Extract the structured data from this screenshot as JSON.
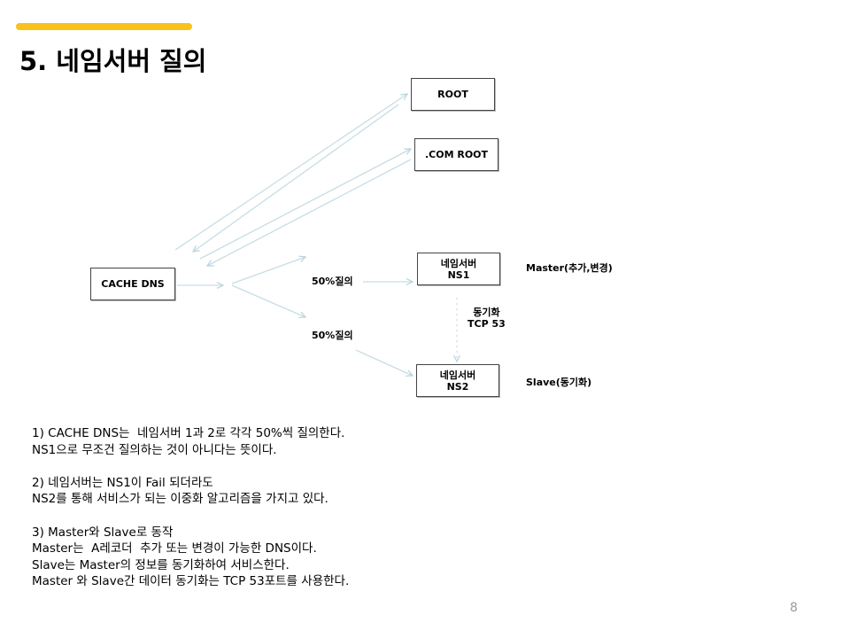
{
  "slide": {
    "title": "5. 네임서버 질의",
    "accent_color": "#f7c21b",
    "page_number": "8"
  },
  "diagram": {
    "nodes": {
      "root": "ROOT",
      "com_root": ".COM ROOT",
      "cache_dns": "CACHE DNS",
      "ns1": [
        "네임서버",
        "NS1"
      ],
      "ns2": [
        "네임서버",
        "NS2"
      ]
    },
    "labels": {
      "query_ns1": "50%질의",
      "query_ns2": "50%질의",
      "sync": [
        "동기화",
        "TCP 53"
      ],
      "ns1_role": "Master(추가,변경)",
      "ns2_role": "Slave(동기화)"
    },
    "arrow_color": "#c7dde5"
  },
  "notes": [
    "1) CACHE DNS는  네임서버 1과 2로 각각 50%씩 질의한다.",
    "NS1으로 무조건 질의하는 것이 아니다는 뜻이다.",
    "",
    "2) 네임서버는 NS1이 Fail 되더라도",
    "NS2를 통해 서비스가 되는 이중화 알고리즘을 가지고 있다.",
    "",
    "3) Master와 Slave로 동작",
    "Master는  A레코더  추가 또는 변경이 가능한 DNS이다.",
    "Slave는 Master의 정보를 동기화하여 서비스한다.",
    "Master 와 Slave간 데이터 동기화는 TCP 53포트를 사용한다."
  ]
}
